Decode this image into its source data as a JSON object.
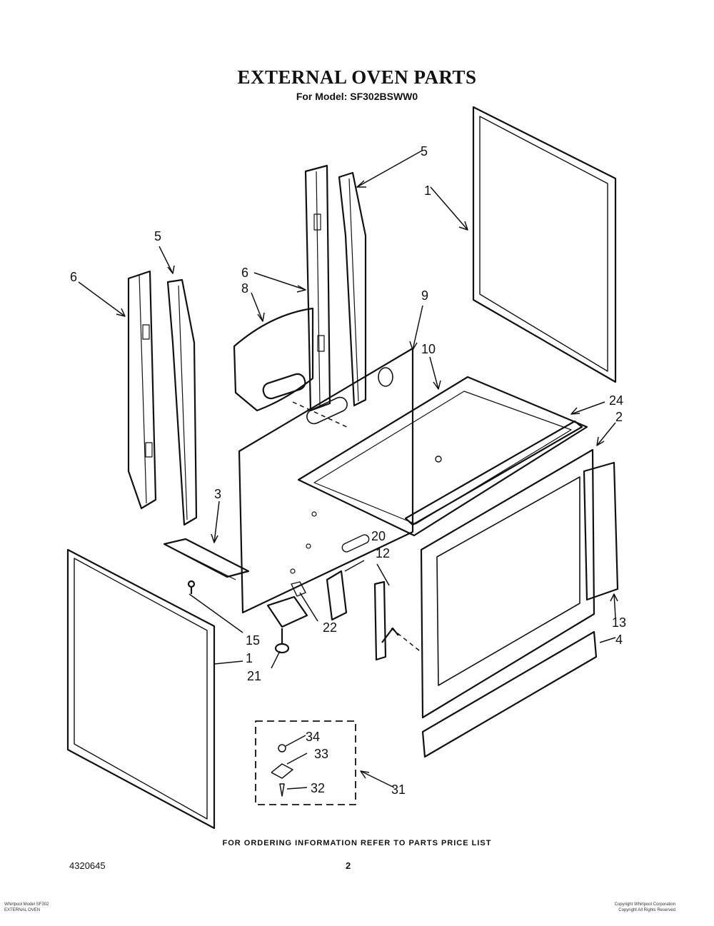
{
  "title": "EXTERNAL OVEN  PARTS",
  "subtitle": "For Model: SF302BSWW0",
  "callouts": {
    "c1a": "1",
    "c1b": "1",
    "c2": "2",
    "c3": "3",
    "c4": "4",
    "c5a": "5",
    "c5b": "5",
    "c6a": "6",
    "c6b": "6",
    "c8": "8",
    "c9": "9",
    "c10": "10",
    "c12": "12",
    "c13": "13",
    "c15": "15",
    "c20": "20",
    "c21": "21",
    "c22": "22",
    "c24": "24",
    "c31": "31",
    "c32": "32",
    "c33": "33",
    "c34": "34"
  },
  "footer_note": "FOR ORDERING INFORMATION REFER TO PARTS PRICE LIST",
  "doc_number": "4320645",
  "page_number": "2",
  "small_left_lines": [
    "Whirlpool Model SF302",
    "EXTERNAL OVEN"
  ],
  "small_right_lines": [
    "Copyright Whirlpool Corporation",
    "Copyright All Rights Reserved"
  ]
}
